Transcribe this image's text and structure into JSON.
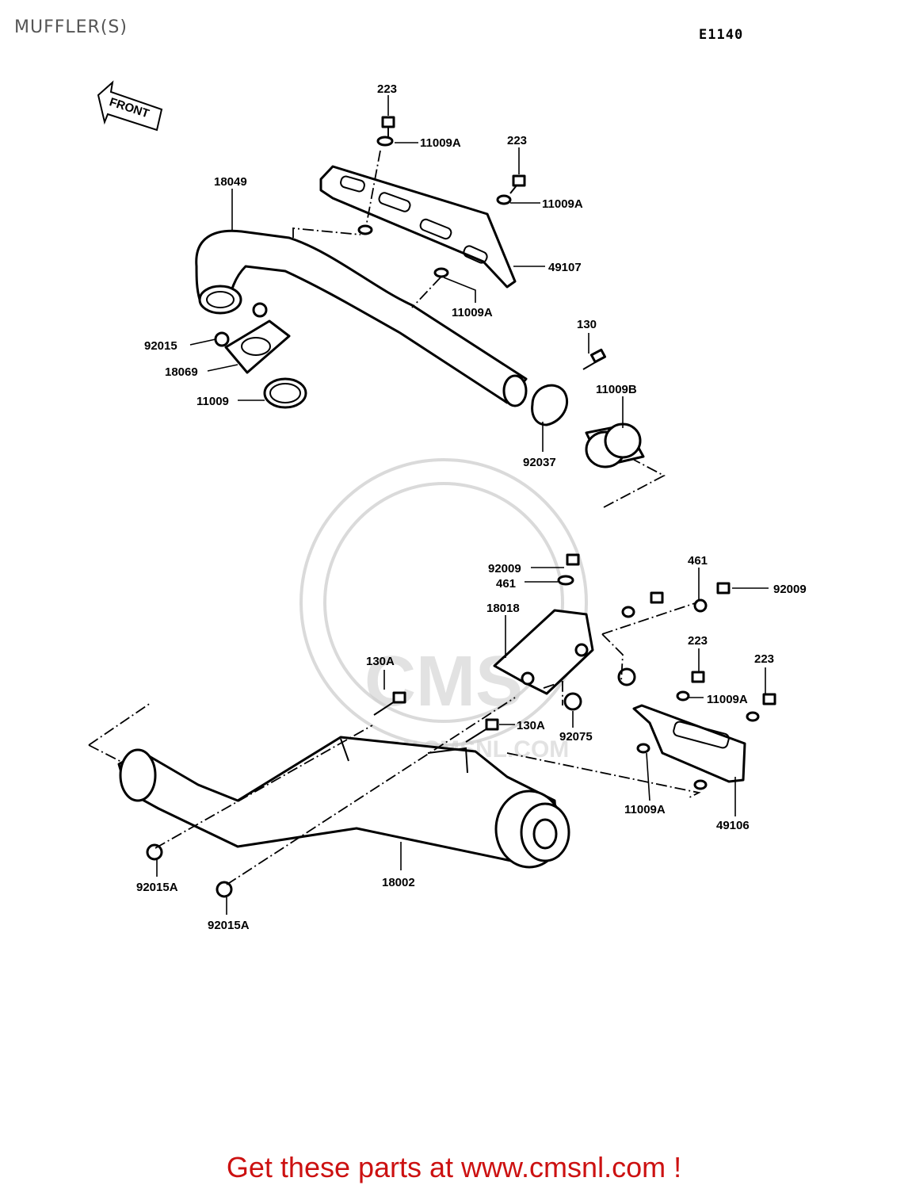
{
  "page": {
    "title": "MUFFLER(S)",
    "diagram_code": "E1140",
    "front_arrow": "FRONT",
    "footer": "Get these parts at www.cmsnl.com !",
    "watermark_text": "WWW.CMSNL.COM",
    "watermark_logo": "CMS"
  },
  "parts": [
    {
      "id": "p223a",
      "label": "223"
    },
    {
      "id": "p11009Aa",
      "label": "11009A"
    },
    {
      "id": "p223b",
      "label": "223"
    },
    {
      "id": "p11009Ab",
      "label": "11009A"
    },
    {
      "id": "p18049",
      "label": "18049"
    },
    {
      "id": "p49107",
      "label": "49107"
    },
    {
      "id": "p11009Ac",
      "label": "11009A"
    },
    {
      "id": "p130",
      "label": "130"
    },
    {
      "id": "p92015",
      "label": "92015"
    },
    {
      "id": "p18069",
      "label": "18069"
    },
    {
      "id": "p11009",
      "label": "11009"
    },
    {
      "id": "p11009B",
      "label": "11009B"
    },
    {
      "id": "p92037",
      "label": "92037"
    },
    {
      "id": "p92009a",
      "label": "92009"
    },
    {
      "id": "p461a",
      "label": "461"
    },
    {
      "id": "p461b",
      "label": "461"
    },
    {
      "id": "p92009b",
      "label": "92009"
    },
    {
      "id": "p18018",
      "label": "18018"
    },
    {
      "id": "p223c",
      "label": "223"
    },
    {
      "id": "p223d",
      "label": "223"
    },
    {
      "id": "p130Aa",
      "label": "130A"
    },
    {
      "id": "p11009Ad",
      "label": "11009A"
    },
    {
      "id": "p130Ab",
      "label": "130A"
    },
    {
      "id": "p92075",
      "label": "92075"
    },
    {
      "id": "p11009Ae",
      "label": "11009A"
    },
    {
      "id": "p49106",
      "label": "49106"
    },
    {
      "id": "p18002",
      "label": "18002"
    },
    {
      "id": "p92015Aa",
      "label": "92015A"
    },
    {
      "id": "p92015Ab",
      "label": "92015A"
    }
  ]
}
